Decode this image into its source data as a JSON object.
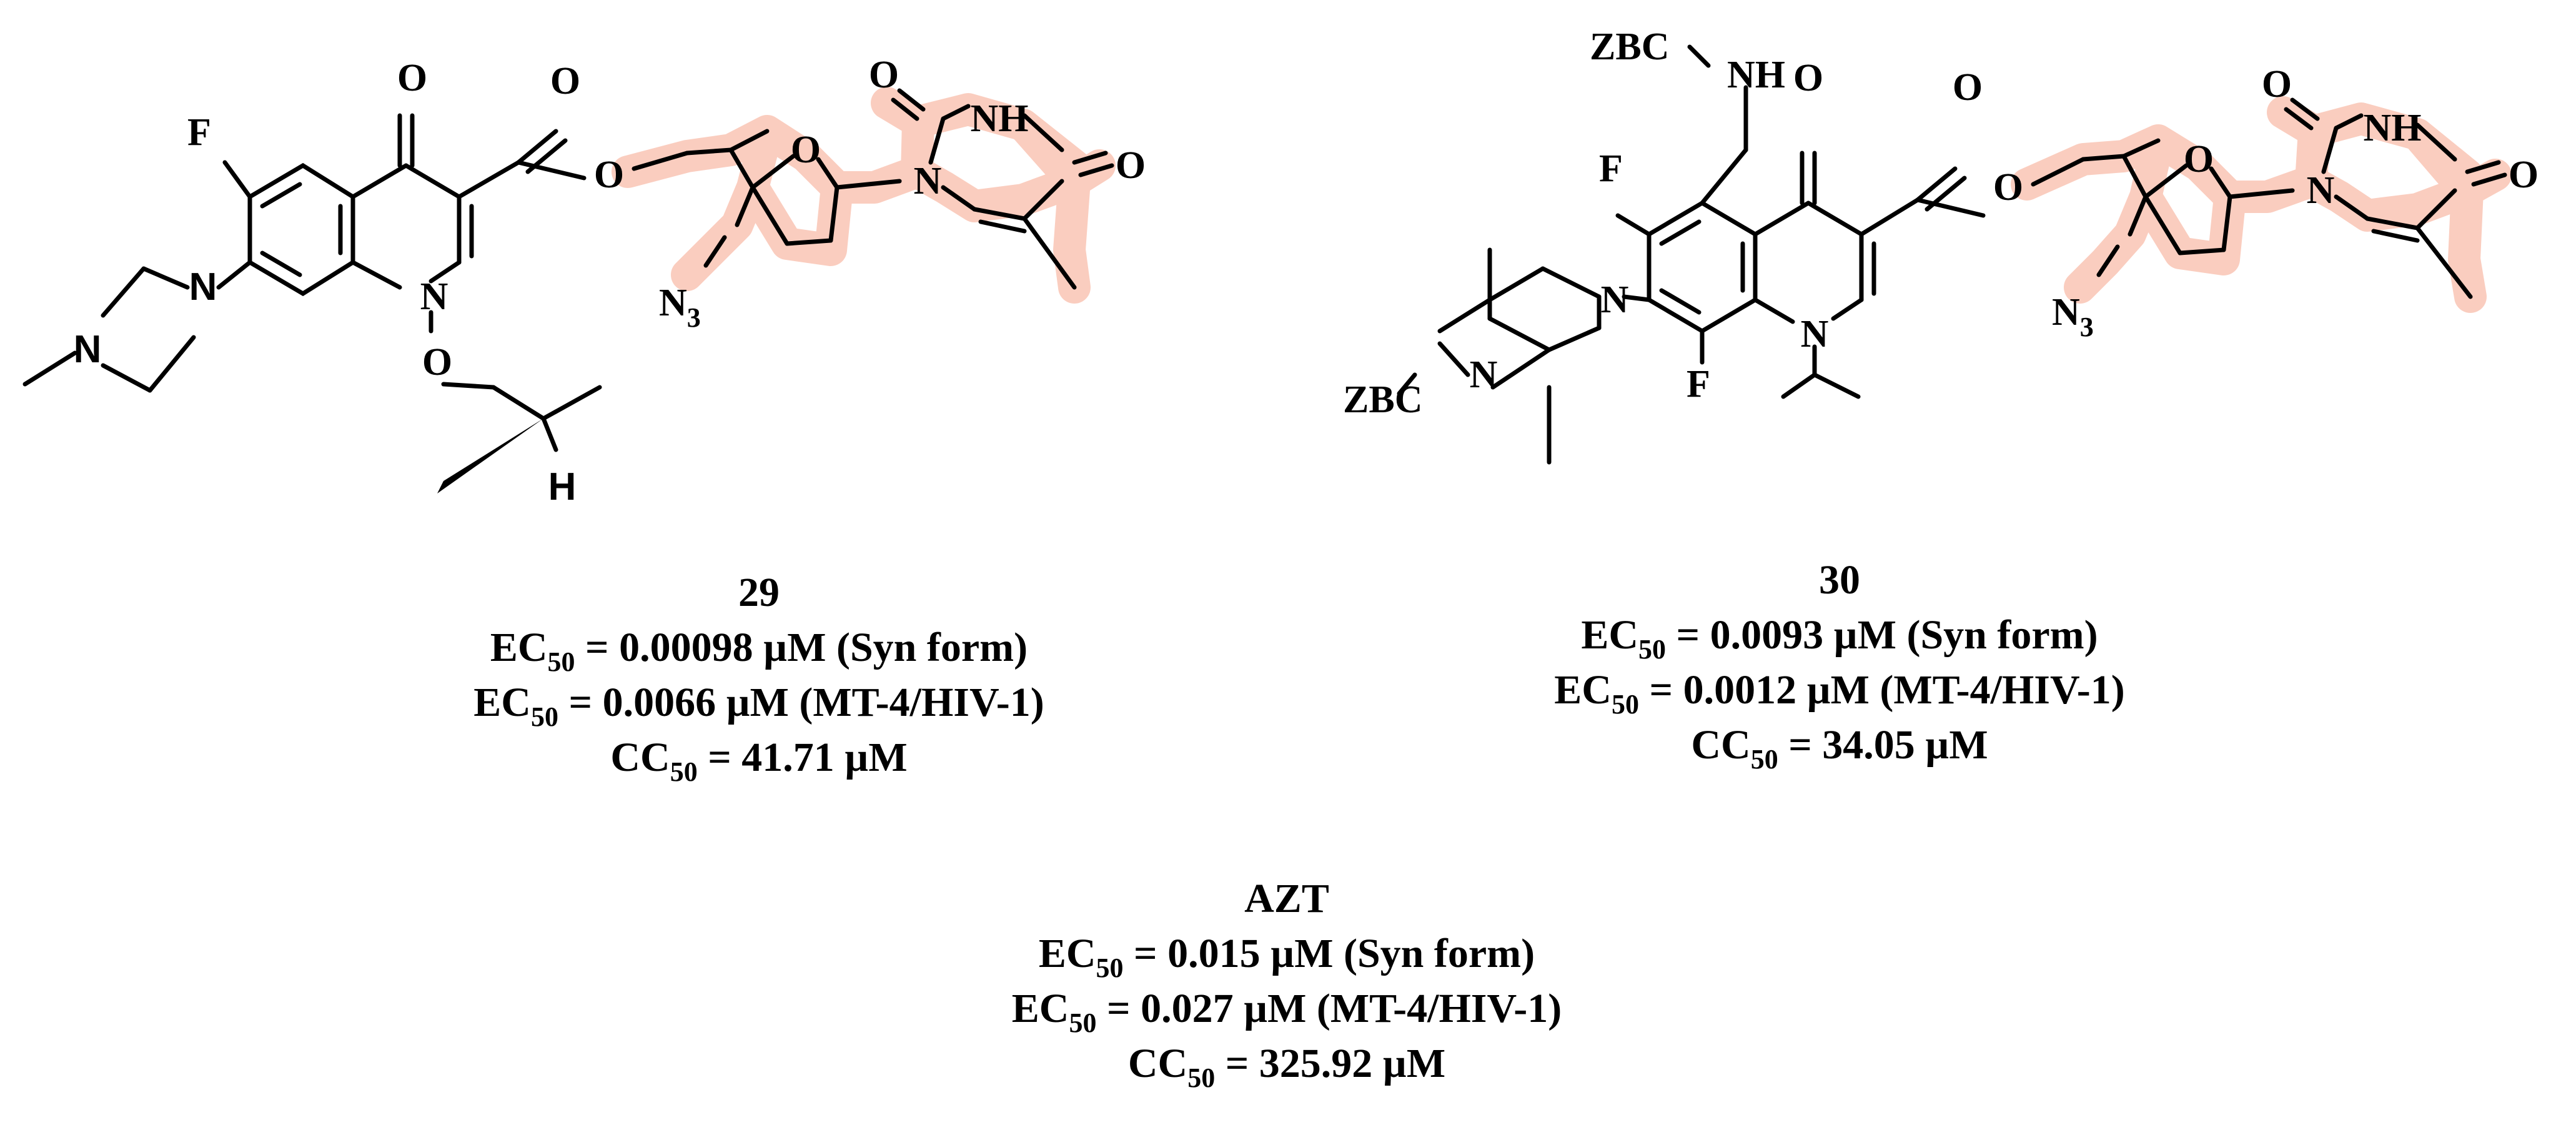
{
  "compounds": [
    {
      "id": "29",
      "lines": [
        {
          "prefix": "EC",
          "sub": "50",
          "rest": " = 0.00098 µM (Syn form)"
        },
        {
          "prefix": "EC",
          "sub": "50",
          "rest": " = 0.0066 µM (MT-4/HIV-1)"
        },
        {
          "prefix": "CC",
          "sub": "50",
          "rest": " = 41.71 µM"
        }
      ]
    },
    {
      "id": "30",
      "lines": [
        {
          "prefix": "EC",
          "sub": "50",
          "rest": " = 0.0093 µM (Syn form)"
        },
        {
          "prefix": "EC",
          "sub": "50",
          "rest": " = 0.0012 µM (MT-4/HIV-1)"
        },
        {
          "prefix": "CC",
          "sub": "50",
          "rest": " = 34.05 µM"
        }
      ]
    },
    {
      "id": "AZT",
      "lines": [
        {
          "prefix": "EC",
          "sub": "50",
          "rest": " = 0.015 µM (Syn form)"
        },
        {
          "prefix": "EC",
          "sub": "50",
          "rest": " = 0.027 µM (MT-4/HIV-1)"
        },
        {
          "prefix": "CC",
          "sub": "50",
          "rest": " = 325.92 µM"
        }
      ]
    }
  ],
  "atoms": {
    "F": "F",
    "N": "N",
    "O": "O",
    "H": "H",
    "NH": "NH",
    "N3_main": "N",
    "N3_sub": "3",
    "ZBC": "ZBC"
  },
  "highlight_color": "#f9c8b8"
}
